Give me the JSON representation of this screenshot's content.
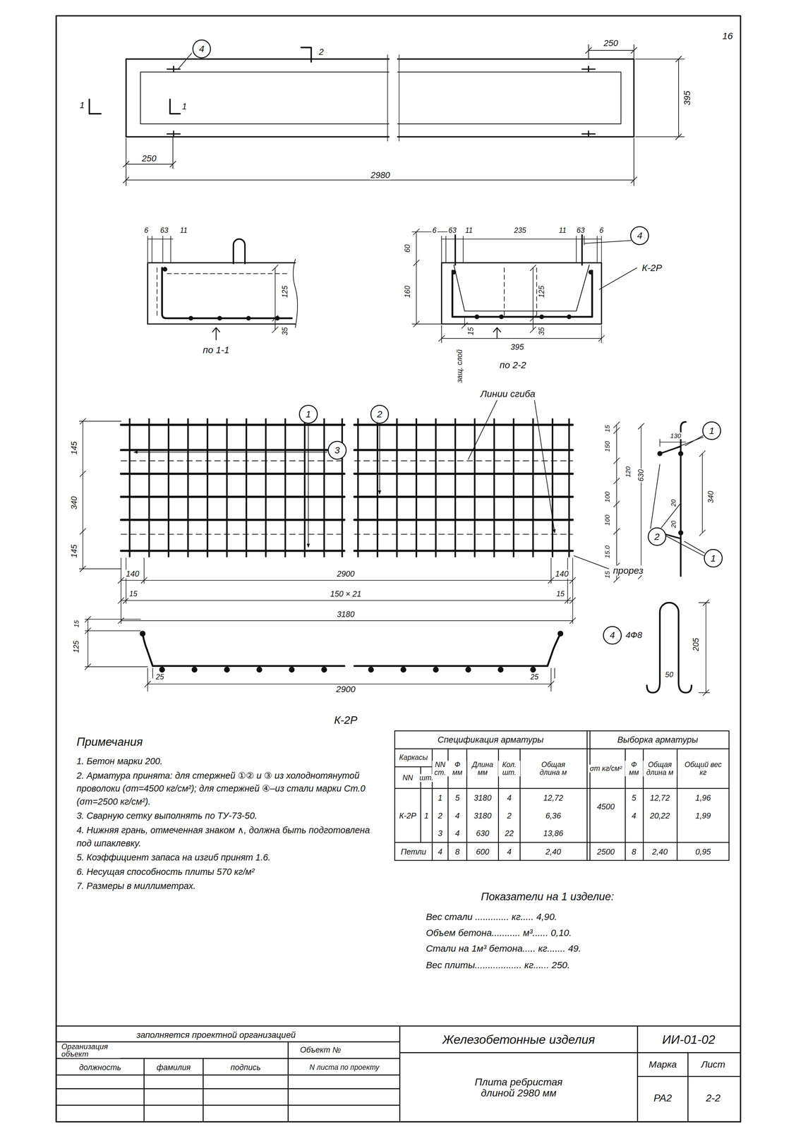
{
  "diagram": {
    "nodes": [
      {
        "text": [
          "4"
        ]
      },
      {
        "text": [
          "4"
        ]
      },
      {
        "text": [
          "1"
        ]
      },
      {
        "text": [
          "2"
        ]
      },
      {
        "text": [
          "1"
        ]
      },
      {
        "text": [
          "3"
        ]
      },
      {
        "text": [
          "2"
        ]
      },
      {
        "text": [
          "1"
        ]
      },
      {
        "text": [
          "4"
        ]
      }
    ],
    "labels": [
      "16",
      "2",
      "250",
      "395",
      "1",
      "1",
      "250",
      "2980",
      "6",
      "63",
      "11",
      "125",
      "35",
      "по 1-1",
      "6",
      "63",
      "11",
      "235",
      "11",
      "63",
      "6",
      "К-2Р",
      "60",
      "160",
      "125",
      "15",
      "35",
      "395",
      "защ. слой",
      "по 2-2",
      "Линии сгиба",
      "145",
      "340",
      "145",
      "140",
      "2900",
      "140",
      "15",
      "150 × 21",
      "15",
      "3180",
      "прорез",
      "15",
      "130",
      "150",
      "120",
      "100",
      "100",
      "15.0",
      "15",
      "630",
      "20",
      "340",
      "20",
      "4Ф8",
      "205",
      "50",
      "15",
      "125",
      "25",
      "25",
      "2900",
      "К-2Р",
      "Примечания",
      "1. Бетон марки 200.",
      "2. Арматура принята: для стержней ①② и ③ из холоднотянутой проволоки (σт=4500 кг/см²); для стержней ④–из стали марки Ст.0 (σт=2500 кг/см²).",
      "3. Сварную сетку выполнять по ТУ-73-50.",
      "4. Нижняя грань, отмеченная знаком ∧, должна быть подготовлена под шпаклевку.",
      "5. Коэффициент запаса на изгиб принят 1.6.",
      "6. Несущая способность плиты 570 кг/м²",
      "7. Размеры в миллиметрах.",
      "Спецификация арматуры",
      "Выборка арматуры",
      "Каркасы",
      "NN",
      "шт.",
      "NN ст.",
      "Ф мм",
      "Длина мм",
      "Кол. шт.",
      "Общая длина м",
      "σт кг/см²",
      "Ф мм",
      "Общая длина м",
      "Общий вес кг",
      "К-2Р",
      "1",
      "1",
      "5",
      "3180",
      "4",
      "12,72",
      "2",
      "4",
      "3180",
      "2",
      "6,36",
      "3",
      "4",
      "630",
      "22",
      "13,86",
      "Петли",
      "4",
      "8",
      "600",
      "4",
      "2,40",
      "4500",
      "5",
      "12,72",
      "1,96",
      "4",
      "20,22",
      "1,99",
      "2500",
      "8",
      "2,40",
      "0,95",
      "Показатели на 1 изделие:",
      "Вес стали ............. кг..... 4,90.",
      "Объем бетона........... м³...... 0,10.",
      "Стали на 1м³ бетона..... кг....... 49.",
      "Вес плиты.................. кг...... 250.",
      "заполняется проектной организацией",
      "Организация объект",
      "Объект №",
      "должность",
      "фамилия",
      "подпись",
      "N листа по проекту",
      "Железобетонные изделия",
      "ИИ-01-02",
      "Плита ребристая длиной 2980 мм",
      "Марка",
      "Лист",
      "РА2",
      "2-2"
    ]
  }
}
